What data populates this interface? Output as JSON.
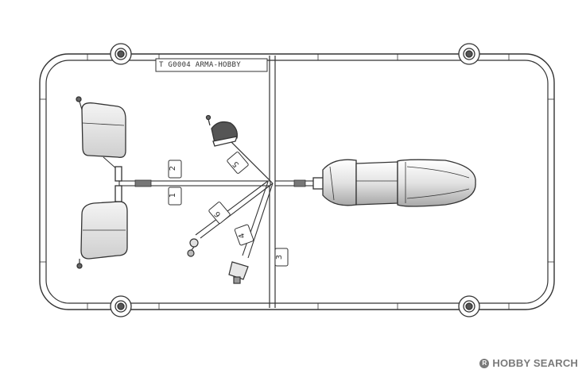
{
  "sprue": {
    "label": "T G0004  ARMA-HOBBY",
    "part_numbers": [
      "1",
      "2",
      "3",
      "4",
      "5",
      "6"
    ]
  },
  "watermark": {
    "text": "HOBBY SEARCH",
    "color": "#7a7a7a"
  },
  "colors": {
    "outline": "#333333",
    "part_fill": "#e4e4e4",
    "background": "#ffffff"
  }
}
